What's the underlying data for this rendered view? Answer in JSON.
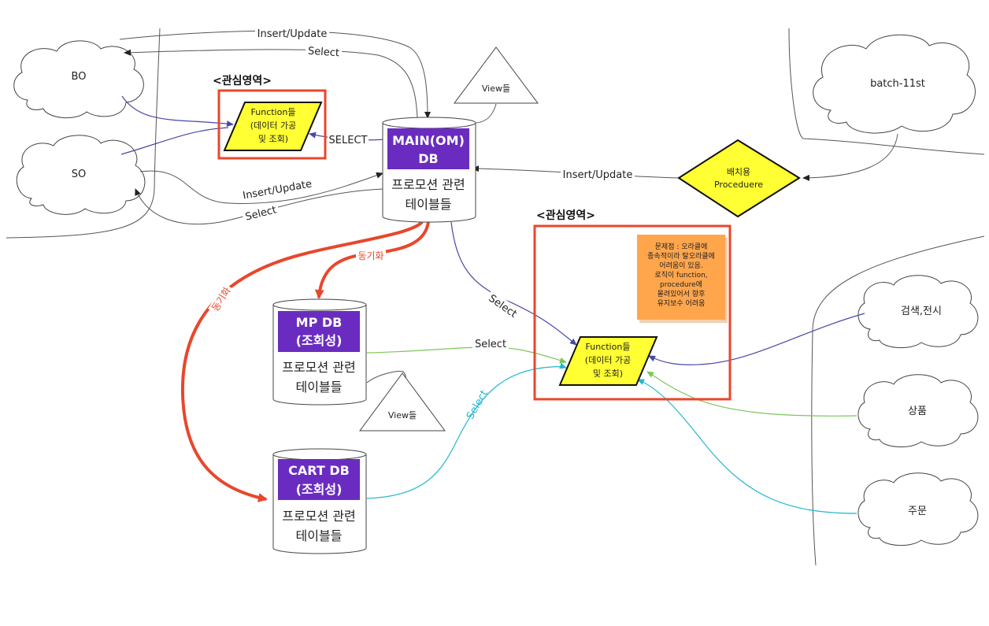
{
  "colors": {
    "db_header": "#6a2cc0",
    "focus_border": "#e8472c",
    "function_fill": "#ffff33",
    "sync_arrow": "#e8472c",
    "note_fill": "#ffa64d",
    "bo_edge": "#4848a8",
    "mp_edge": "#7dc55a",
    "cart_edge": "#22b8cc"
  },
  "clouds": {
    "bo": "BO",
    "so": "SO",
    "batch": "batch-11st",
    "search": "검색,전시",
    "product": "상품",
    "order": "주문"
  },
  "focus_areas": {
    "left_title": "<관심영역>",
    "right_title": "<관심영역>"
  },
  "functions": {
    "left": [
      "Function들",
      "(데이터 가공",
      "및 조회)"
    ],
    "right": [
      "Function들",
      "(데이터 가공",
      "및 조회)"
    ]
  },
  "databases": {
    "main": {
      "header": [
        "MAIN(OM)",
        "DB"
      ],
      "body": [
        "프로모션 관련",
        "테이블들"
      ]
    },
    "mp": {
      "header": [
        "MP DB",
        "(조회성)"
      ],
      "body": [
        "프로모션 관련",
        "테이블들"
      ]
    },
    "cart": {
      "header": [
        "CART DB",
        "(조회성)"
      ],
      "body": [
        "프로모션 관련",
        "테이블들"
      ]
    }
  },
  "views": {
    "top": "View들",
    "bottom": "View들"
  },
  "batch_proc": [
    "배치용",
    "Proceduere"
  ],
  "edges": {
    "top_insert": "Insert/Update",
    "top_select": "Select",
    "select_func": "SELECT",
    "so_insert": "Insert/Update",
    "so_select": "Select",
    "batch_insert": "Insert/Update",
    "main_select": "Select",
    "mp_select": "Select",
    "cart_select": "Select",
    "sync_mp": "동기화",
    "sync_cart": "동기화"
  },
  "note": [
    "문제점 : 오라클에",
    "종속적이라 탈오라클에",
    "어려움이 있음.",
    "로직이 function,",
    "procedure에",
    "몰려있어서 향후",
    "유지보수 어려움"
  ]
}
